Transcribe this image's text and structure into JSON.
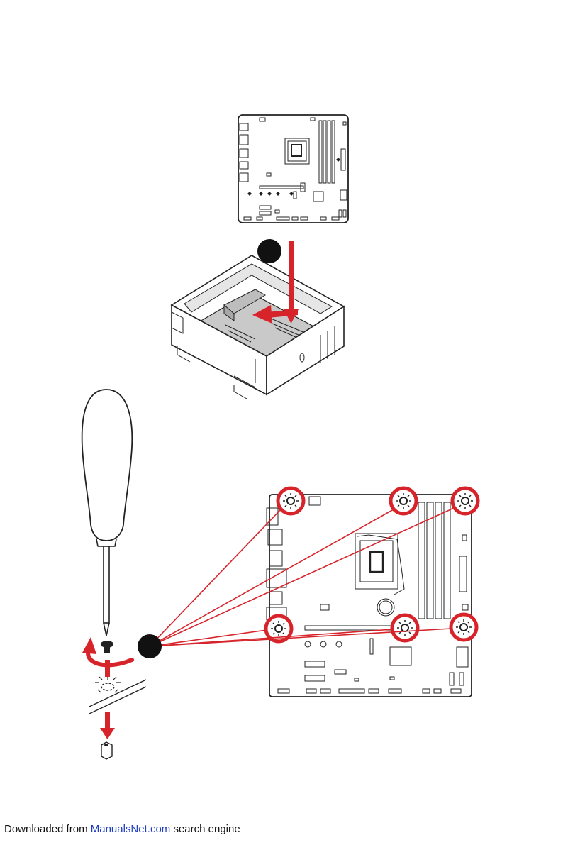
{
  "footer": {
    "prefix": "Downloaded from ",
    "link_text": "ManualsNet.com",
    "suffix": " search engine"
  },
  "colors": {
    "accent_red": "#d7242b",
    "marker_black": "#111111",
    "link_blue": "#1f3fbf",
    "case_gray": "#cfcfcf"
  },
  "icons": {
    "step_marker_1": "black-circle",
    "step_marker_2": "black-circle",
    "screw_hole_highlight": "red-ring",
    "rotation": "curved-arrow",
    "down_arrow": "red-arrow-down",
    "insert_arrow": "red-arrow-down"
  }
}
